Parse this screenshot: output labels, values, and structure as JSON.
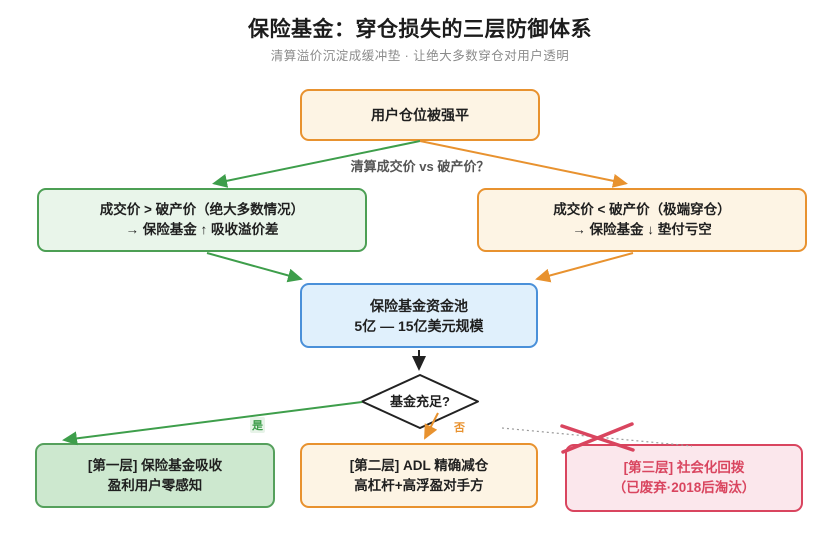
{
  "header": {
    "title": "保险基金：穿仓损失的三层防御体系",
    "subtitle": "清算溢价沉淀成缓冲垫 · 让绝大多数穿仓对用户透明"
  },
  "flow": {
    "top_box": "用户仓位被强平",
    "branch_label": "清算成交价 vs 破产价？",
    "left_box": {
      "line1": "成交价 > 破产价（绝大多数情况）",
      "line2": "→ 保险基金 ↑ 吸收溢价差"
    },
    "right_box": {
      "line1": "成交价 < 破产价（极端穿仓）",
      "line2": "→ 保险基金 ↓ 垫付亏空"
    },
    "pool_box": {
      "line1": "保险基金资金池",
      "line2": "5亿 — 15亿美元规模"
    },
    "decision": "基金充足?",
    "yes_label": "是",
    "no_label": "否",
    "layer1_box": {
      "line1": "[第一层] 保险基金吸收",
      "line2": "盈利用户零感知"
    },
    "layer2_box": {
      "line1": "[第二层] ADL 精确减仓",
      "line2": "高杠杆+高浮盈对手方"
    },
    "layer3_box": {
      "line1": "[第三层] 社会化回拨",
      "line2": "（已废弃·2018后淘汰）"
    }
  },
  "colors": {
    "orange": "#e8922f",
    "orange_fill": "#fdf4e4",
    "green": "#4c9f54",
    "green_fill": "#e9f5ea",
    "green_fill_strong": "#cde8cf",
    "blue": "#4a90d9",
    "blue_fill": "#e0f0fc",
    "red": "#d9455f",
    "red_fill": "#fbe7ec",
    "text_dark": "#1f1f1f",
    "text_gray": "#8b8b8b"
  }
}
